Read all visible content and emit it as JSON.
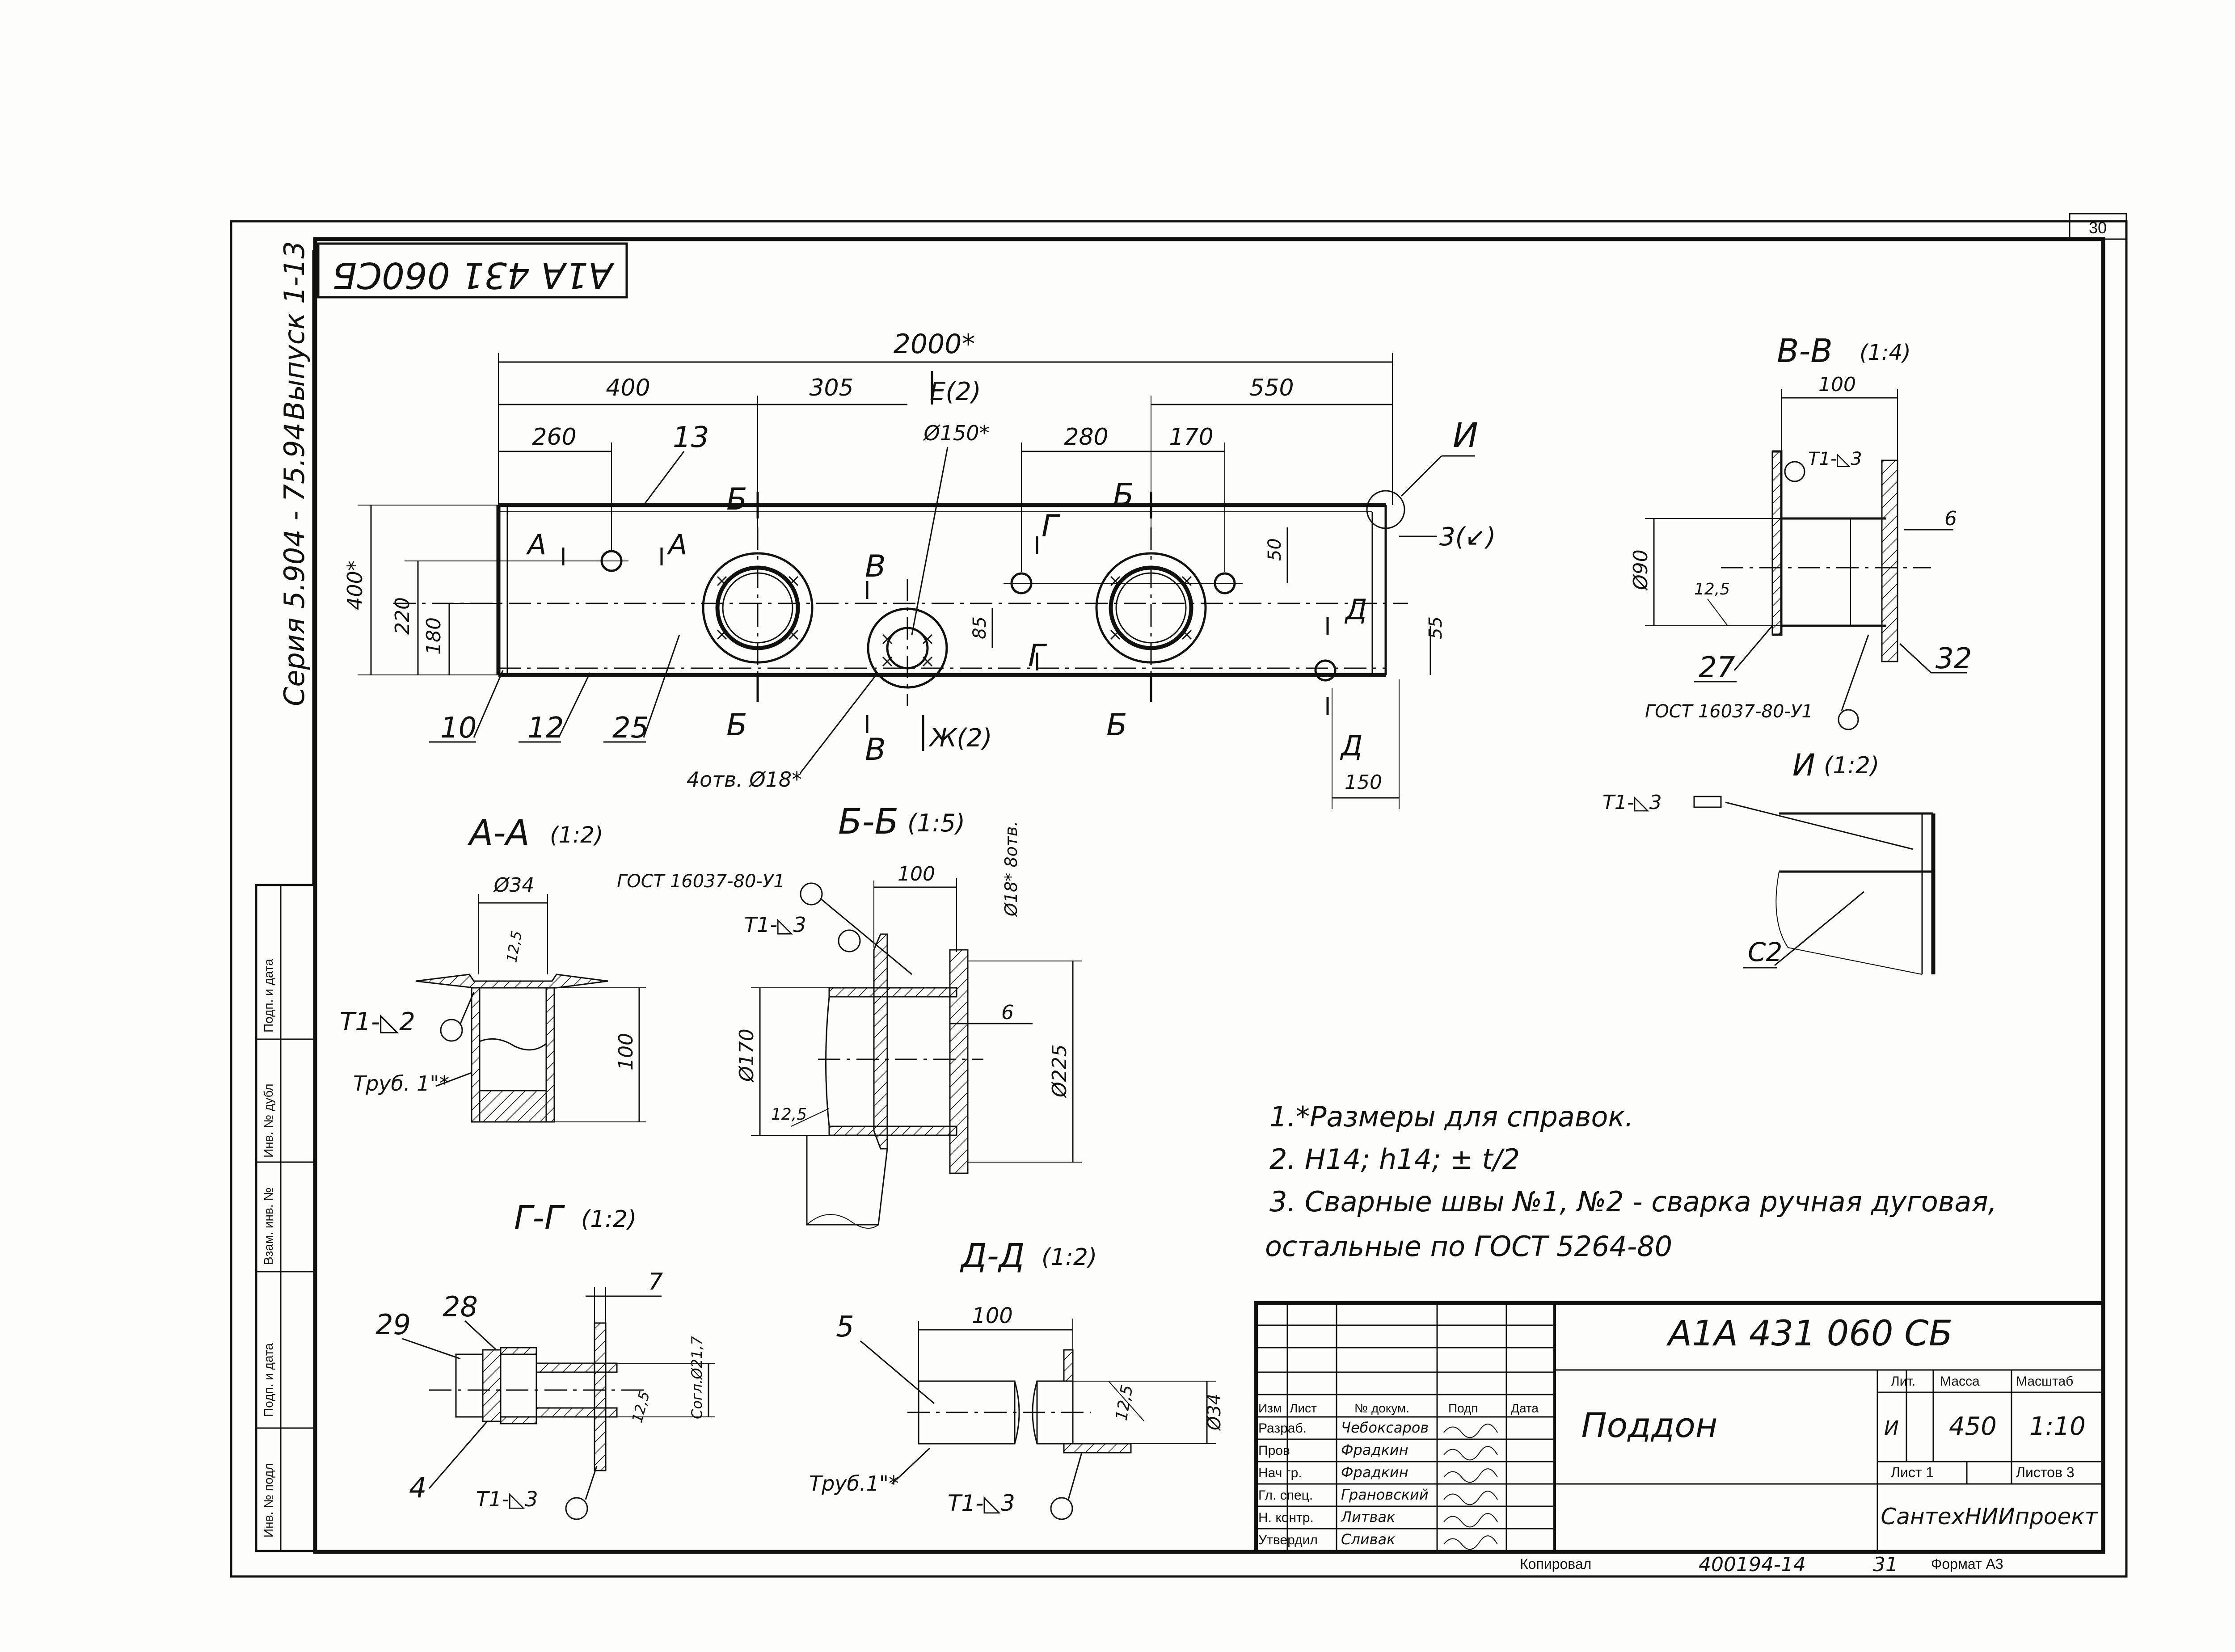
{
  "sheet": {
    "corner_number": "30",
    "stamp_rotated": "А1А 431 060СБ",
    "series_vertical": "Серия 5.904 - 75.94",
    "issue_vertical": "Выпуск 1-13"
  },
  "left_strip": [
    "Инв. № подл",
    "Подп. и дата",
    "Взам. инв. №",
    "Инв. № дубл",
    "Подп. и дата"
  ],
  "main_view": {
    "dim_total": "2000*",
    "dim_400": "400",
    "dim_305": "305",
    "dim_550": "550",
    "dim_260": "260",
    "dim_280": "280",
    "dim_170": "170",
    "dim_400v": "400*",
    "dim_220": "220",
    "dim_180": "180",
    "dim_85": "85",
    "dim_50": "50",
    "dim_55": "55",
    "dim_150": "150",
    "dia150": "Ø150*",
    "holes": "4отв. Ø18*",
    "view_E": "Е(2)",
    "view_Zh": "Ж(2)",
    "view_3": "3(↙)",
    "sec_A": "А",
    "sec_B": "Б",
    "sec_V": "В",
    "sec_G": "Г",
    "sec_D": "Д",
    "sec_I": "И",
    "pos_10": "10",
    "pos_12": "12",
    "pos_25": "25",
    "pos_13": "13"
  },
  "section_AA": {
    "title": "А-А",
    "scale": "(1:2)",
    "dia": "Ø34",
    "d100": "100",
    "r": "12,5",
    "weld": "Т1-◺2",
    "pipe": "Труб. 1\"*"
  },
  "section_BB": {
    "title": "Б-Б",
    "scale": "(1:5)",
    "gost": "ГОСТ 16037-80-У1",
    "weld": "Т1-◺3",
    "d100": "100",
    "holes": "Ø18* 8отв.",
    "d6": "6",
    "dia170": "Ø170",
    "dia225": "Ø225",
    "r": "12,5"
  },
  "section_VV": {
    "title": "В-В",
    "scale": "(1:4)",
    "weld": "Т1-◺3",
    "d100": "100",
    "d6": "6",
    "dia90": "Ø90",
    "r": "12,5",
    "p27": "27",
    "p32": "32",
    "gost": "ГОСТ 16037-80-У1"
  },
  "section_II": {
    "title": "И",
    "scale": "(1:2)",
    "weld": "Т1-◺3",
    "c2": "С2"
  },
  "section_GG": {
    "title": "Г-Г",
    "scale": "(1:2)",
    "d7": "7",
    "p29": "29",
    "p28": "28",
    "p4": "4",
    "r": "12,5",
    "thread": "Согл.Ø21,7",
    "weld": "Т1-◺3"
  },
  "section_DD": {
    "title": "Д-Д",
    "scale": "(1:2)",
    "d100": "100",
    "p5": "5",
    "r": "12,5",
    "dia": "Ø34",
    "pipe": "Труб.1\"*",
    "weld": "Т1-◺3"
  },
  "notes": [
    "1.*Размеры для справок.",
    "2. Н14; h14; ± t/2",
    "3. Сварные швы №1, №2 - сварка ручная дуговая,",
    "остальные по ГОСТ 5264-80"
  ],
  "title_block": {
    "doc_code": "А1А 431 060 СБ",
    "name": "Поддон",
    "col_lit": "Лит.",
    "col_mass": "Масса",
    "col_scale": "Масштаб",
    "lit": "И",
    "mass": "450",
    "scale": "1:10",
    "sheet": "Лист 1",
    "sheets": "Листов 3",
    "org": "СантехНИИпроект",
    "head": [
      "Изм",
      "Лист",
      "№ докум.",
      "Подп",
      "Дата"
    ],
    "rows": [
      {
        "role": "Разраб.",
        "name": "Чебоксаров"
      },
      {
        "role": "Пров",
        "name": "Фрадкин"
      },
      {
        "role": "Нач гр.",
        "name": "Фрадкин"
      },
      {
        "role": "Гл. спец.",
        "name": "Грановский"
      },
      {
        "role": "Н. контр.",
        "name": "Литвак"
      },
      {
        "role": "Утвердил",
        "name": "Сливак"
      }
    ]
  },
  "footer": {
    "copied": "Копировал",
    "inv": "400194-14",
    "num": "31",
    "format": "Формат А3"
  }
}
